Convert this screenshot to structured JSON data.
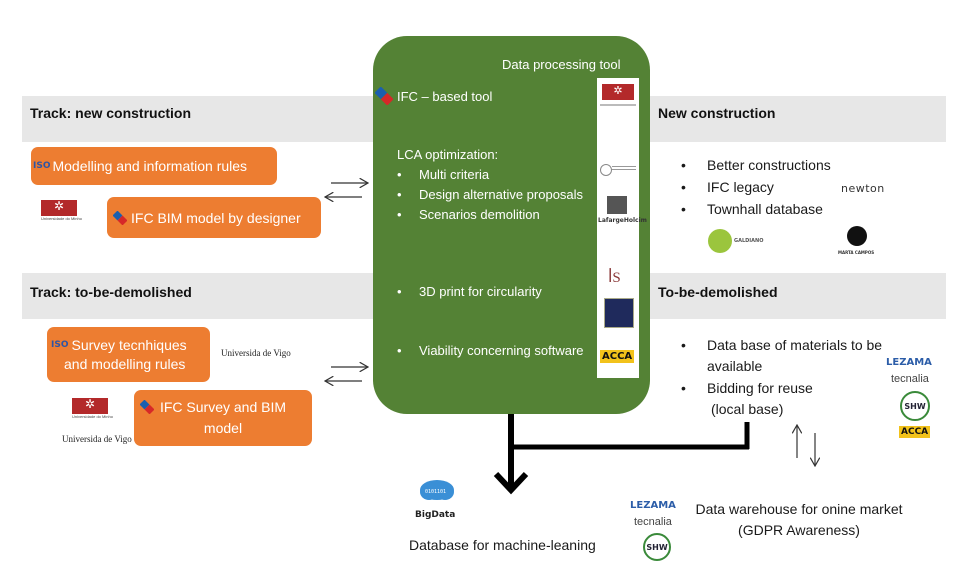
{
  "left_top": {
    "track_title": "Track: new construction",
    "box_modelling": "Modelling and information rules",
    "box_ifc_bim": "IFC BIM model by designer",
    "iso_label": "ISO",
    "uminho_caption": "Universidade do Minho"
  },
  "left_bottom": {
    "track_title": "Track: to-be-demolished",
    "box_survey_line1": "Survey tecnhiques",
    "box_survey_line2": "and modelling rules",
    "box_ifc_survey_line1": "IFC Survey and BIM",
    "box_ifc_survey_line2": "model",
    "iso_label": "ISO",
    "uvigo_label": "Universida de Vigo",
    "uminho_caption": "Universidade do Minho"
  },
  "center": {
    "title": "Data processing tool",
    "ifc_tool": "IFC – based tool",
    "lca_title": "LCA optimization:",
    "lca_items": [
      "Multi criteria",
      "Design alternative proposals",
      "Scenarios demolition"
    ],
    "print_3d": "3D print for circularity",
    "viability": "Viability concerning software",
    "logo_lafarge": "LafargeHolcim",
    "logo_acca": "ACCA",
    "bullet": "•"
  },
  "right_top": {
    "title": "New construction",
    "items": [
      "Better constructions",
      "IFC legacy",
      "Townhall database"
    ],
    "logo_newton": "newton",
    "logo_galdiano": "GALDIANO",
    "logo_marta": "MARTA CAMPOS"
  },
  "right_bottom": {
    "title": "To-be-demolished",
    "item1_line1": "Data base of materials to be",
    "item1_line2": "available",
    "item2_line1": "Bidding for reuse",
    "item2_line2": "(local base)",
    "logo_lezama": "LEZAMA",
    "logo_tecnalia": "tecnalia",
    "logo_shw": "SHW",
    "logo_acca": "ACCA"
  },
  "outputs": {
    "bigdata_label": "BigData",
    "database_ml": "Database for machine-leaning",
    "warehouse_line1": "Data warehouse for onine market",
    "warehouse_line2": "(GDPR Awareness)",
    "logo_lezama": "LEZAMA",
    "logo_tecnalia": "tecnalia",
    "logo_shw": "SHW"
  },
  "colors": {
    "orange": "#ed7d31",
    "green": "#548235",
    "band_gray": "#e7e7e7",
    "uminho_red": "#b3292a"
  }
}
